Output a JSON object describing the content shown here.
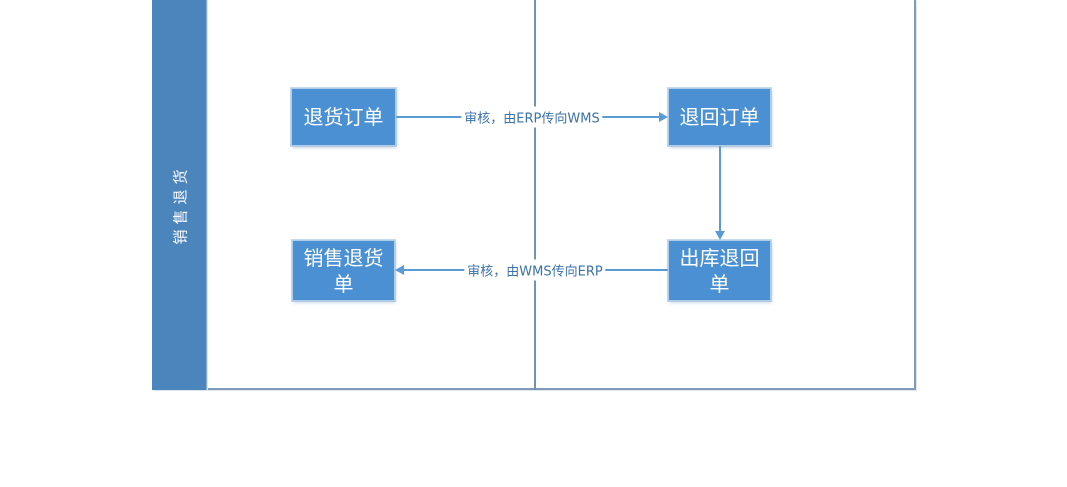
{
  "diagram": {
    "type": "swimlane-flowchart",
    "lane": {
      "label": "销售退货"
    },
    "nodes": [
      {
        "id": "return-goods-order",
        "label": "退货订单"
      },
      {
        "id": "returned-order",
        "label": "退回订单"
      },
      {
        "id": "outbound-return-slip",
        "label": "出库退回单"
      },
      {
        "id": "sales-return-slip",
        "label": "销售退货单"
      }
    ],
    "connectors": [
      {
        "from": "退货订单",
        "to": "退回订单",
        "direction": "right",
        "label": "审核，由ERP传向WMS"
      },
      {
        "from": "退回订单",
        "to": "出库退回单",
        "direction": "down",
        "label": ""
      },
      {
        "from": "出库退回单",
        "to": "销售退货单",
        "direction": "left",
        "label": "审核，由WMS传向ERP"
      }
    ],
    "colors": {
      "node_fill": "#4b90d2",
      "node_text": "#ffffff",
      "lane_fill": "#4c85bc",
      "lane_text": "#ffffff",
      "connector_line": "#5b9bd5",
      "connector_label_text": "#3a72a9",
      "frame_border": "#7e9cb9",
      "background": "#ffffff"
    }
  }
}
